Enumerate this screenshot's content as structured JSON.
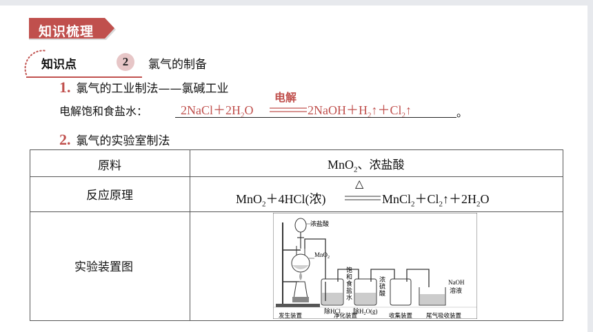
{
  "banner": {
    "title": "知识梳理"
  },
  "knowledge_point": {
    "label": "知识点",
    "number": "2",
    "title": "氯气的制备"
  },
  "section1": {
    "number": "1.",
    "title": "氯气的工业制法——氯碱工业"
  },
  "electrolysis": {
    "label": "电解饱和食盐水：",
    "condition": "电解",
    "reactants": "2NaCl＋2H",
    "reactant_o": "O",
    "products_a": "2NaOH＋H",
    "products_b": "＋Cl",
    "sub2": "2",
    "arrow_up": "↑",
    "period": "。"
  },
  "section2": {
    "number": "2.",
    "title": "氯气的实验室制法"
  },
  "table": {
    "row1": {
      "label": "原料",
      "value_a": "MnO",
      "value_b": "、浓盐酸"
    },
    "row2": {
      "label": "反应原理",
      "condition": "△",
      "reactants_a": "MnO",
      "reactants_b": "＋4HCl(浓)",
      "products_a": "MnCl",
      "products_b": "＋Cl",
      "products_c": "＋2H",
      "products_d": "O"
    },
    "row3": {
      "label": "实验装置图"
    }
  },
  "apparatus": {
    "conc_hcl": "浓盐酸",
    "mno2": "MnO",
    "sat_brine": [
      "饱",
      "和",
      "食",
      "盐",
      "水"
    ],
    "conc_h2so4": [
      "浓",
      "硫",
      "酸"
    ],
    "naoh_1": "NaOH",
    "naoh_2": "溶液",
    "remove_hcl": "除HCl",
    "remove_h2o": "除H",
    "remove_h2o_b": "O(g)",
    "gen": "发生装置",
    "purify": "净化装置",
    "collect": "收集装置",
    "tail": "尾气吸收装置"
  }
}
